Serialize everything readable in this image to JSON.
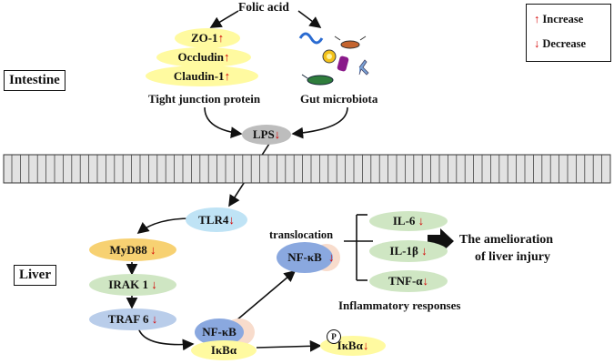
{
  "title_top": "Folic acid",
  "legend": {
    "increase": "Increase",
    "decrease": "Decrease"
  },
  "regions": {
    "intestine": "Intestine",
    "liver": "Liver"
  },
  "tight_junction": {
    "items": [
      "ZO-1",
      "Occludin",
      "Claudin-1"
    ],
    "caption": "Tight junction protein"
  },
  "gut": {
    "caption": "Gut microbiota"
  },
  "lps": "LPS",
  "pathway": {
    "tlr4": "TLR4",
    "myd88": "MyD88",
    "irak1": "IRAK 1",
    "traf6": "TRAF 6",
    "nfkb": "NF-κB",
    "ikba": "IκBα",
    "translocation": "translocation",
    "nfkb_nuc": "NF-κB",
    "p_label": "P",
    "p_ikba": "IκBα"
  },
  "cytokines": {
    "items": [
      "IL-6",
      "IL-1β",
      "TNF-α"
    ],
    "caption": "Inflammatory responses"
  },
  "outcome": {
    "line1": "The amelioration",
    "line2": "of liver injury"
  },
  "symbols": {
    "up": "↑",
    "down": "↓"
  },
  "colors": {
    "arrow_red": "#d40000",
    "tj_yellow": "#fffaa0",
    "lps_grey": "#bdbdbd",
    "tlr4_blue": "#bfe3f5",
    "myd88_orange": "#f7d172",
    "green": "#cfe6c3",
    "traf6_blue": "#b9cdea",
    "nfkb_blue": "#8aa8df",
    "pink": "#f8dccc"
  }
}
